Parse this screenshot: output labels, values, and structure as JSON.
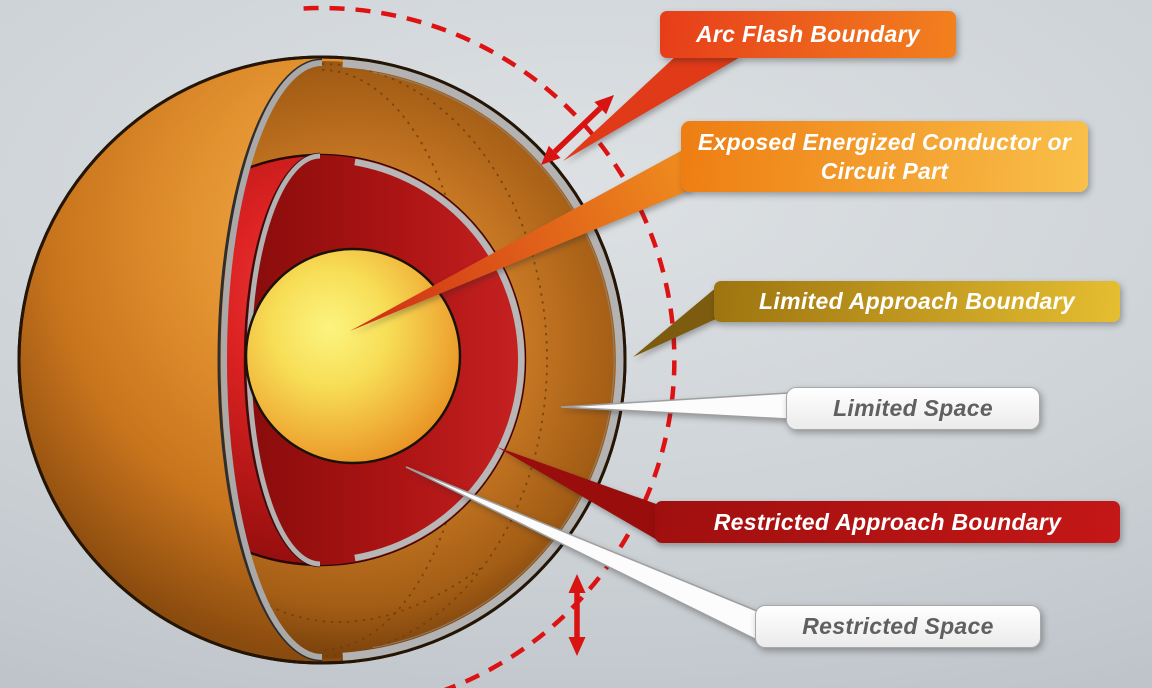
{
  "labels": {
    "arc_flash": {
      "text": "Arc Flash Boundary"
    },
    "exposed_conductor": {
      "line1": "Exposed Energized Conductor or",
      "line2": "Circuit Part"
    },
    "limited_approach": {
      "text": "Limited Approach Boundary"
    },
    "limited_space": {
      "text": "Limited Space"
    },
    "restricted_approach": {
      "text": "Restricted Approach Boundary"
    },
    "restricted_space": {
      "text": "Restricted Space"
    }
  },
  "colors": {
    "arc_flash_label": "#e8401b",
    "exposed_conductor_label": "#f08a1e",
    "limited_approach_label": "#c59a1d",
    "restricted_approach_label": "#a81111",
    "white_label_text": "#606060",
    "dashed_boundary": "#dd1212",
    "outer_sphere": "#d9862a",
    "inner_shell": "#cc1d1d",
    "energized_core": "#f5d84e",
    "cut_rim_gray": "#b3b3b3"
  }
}
